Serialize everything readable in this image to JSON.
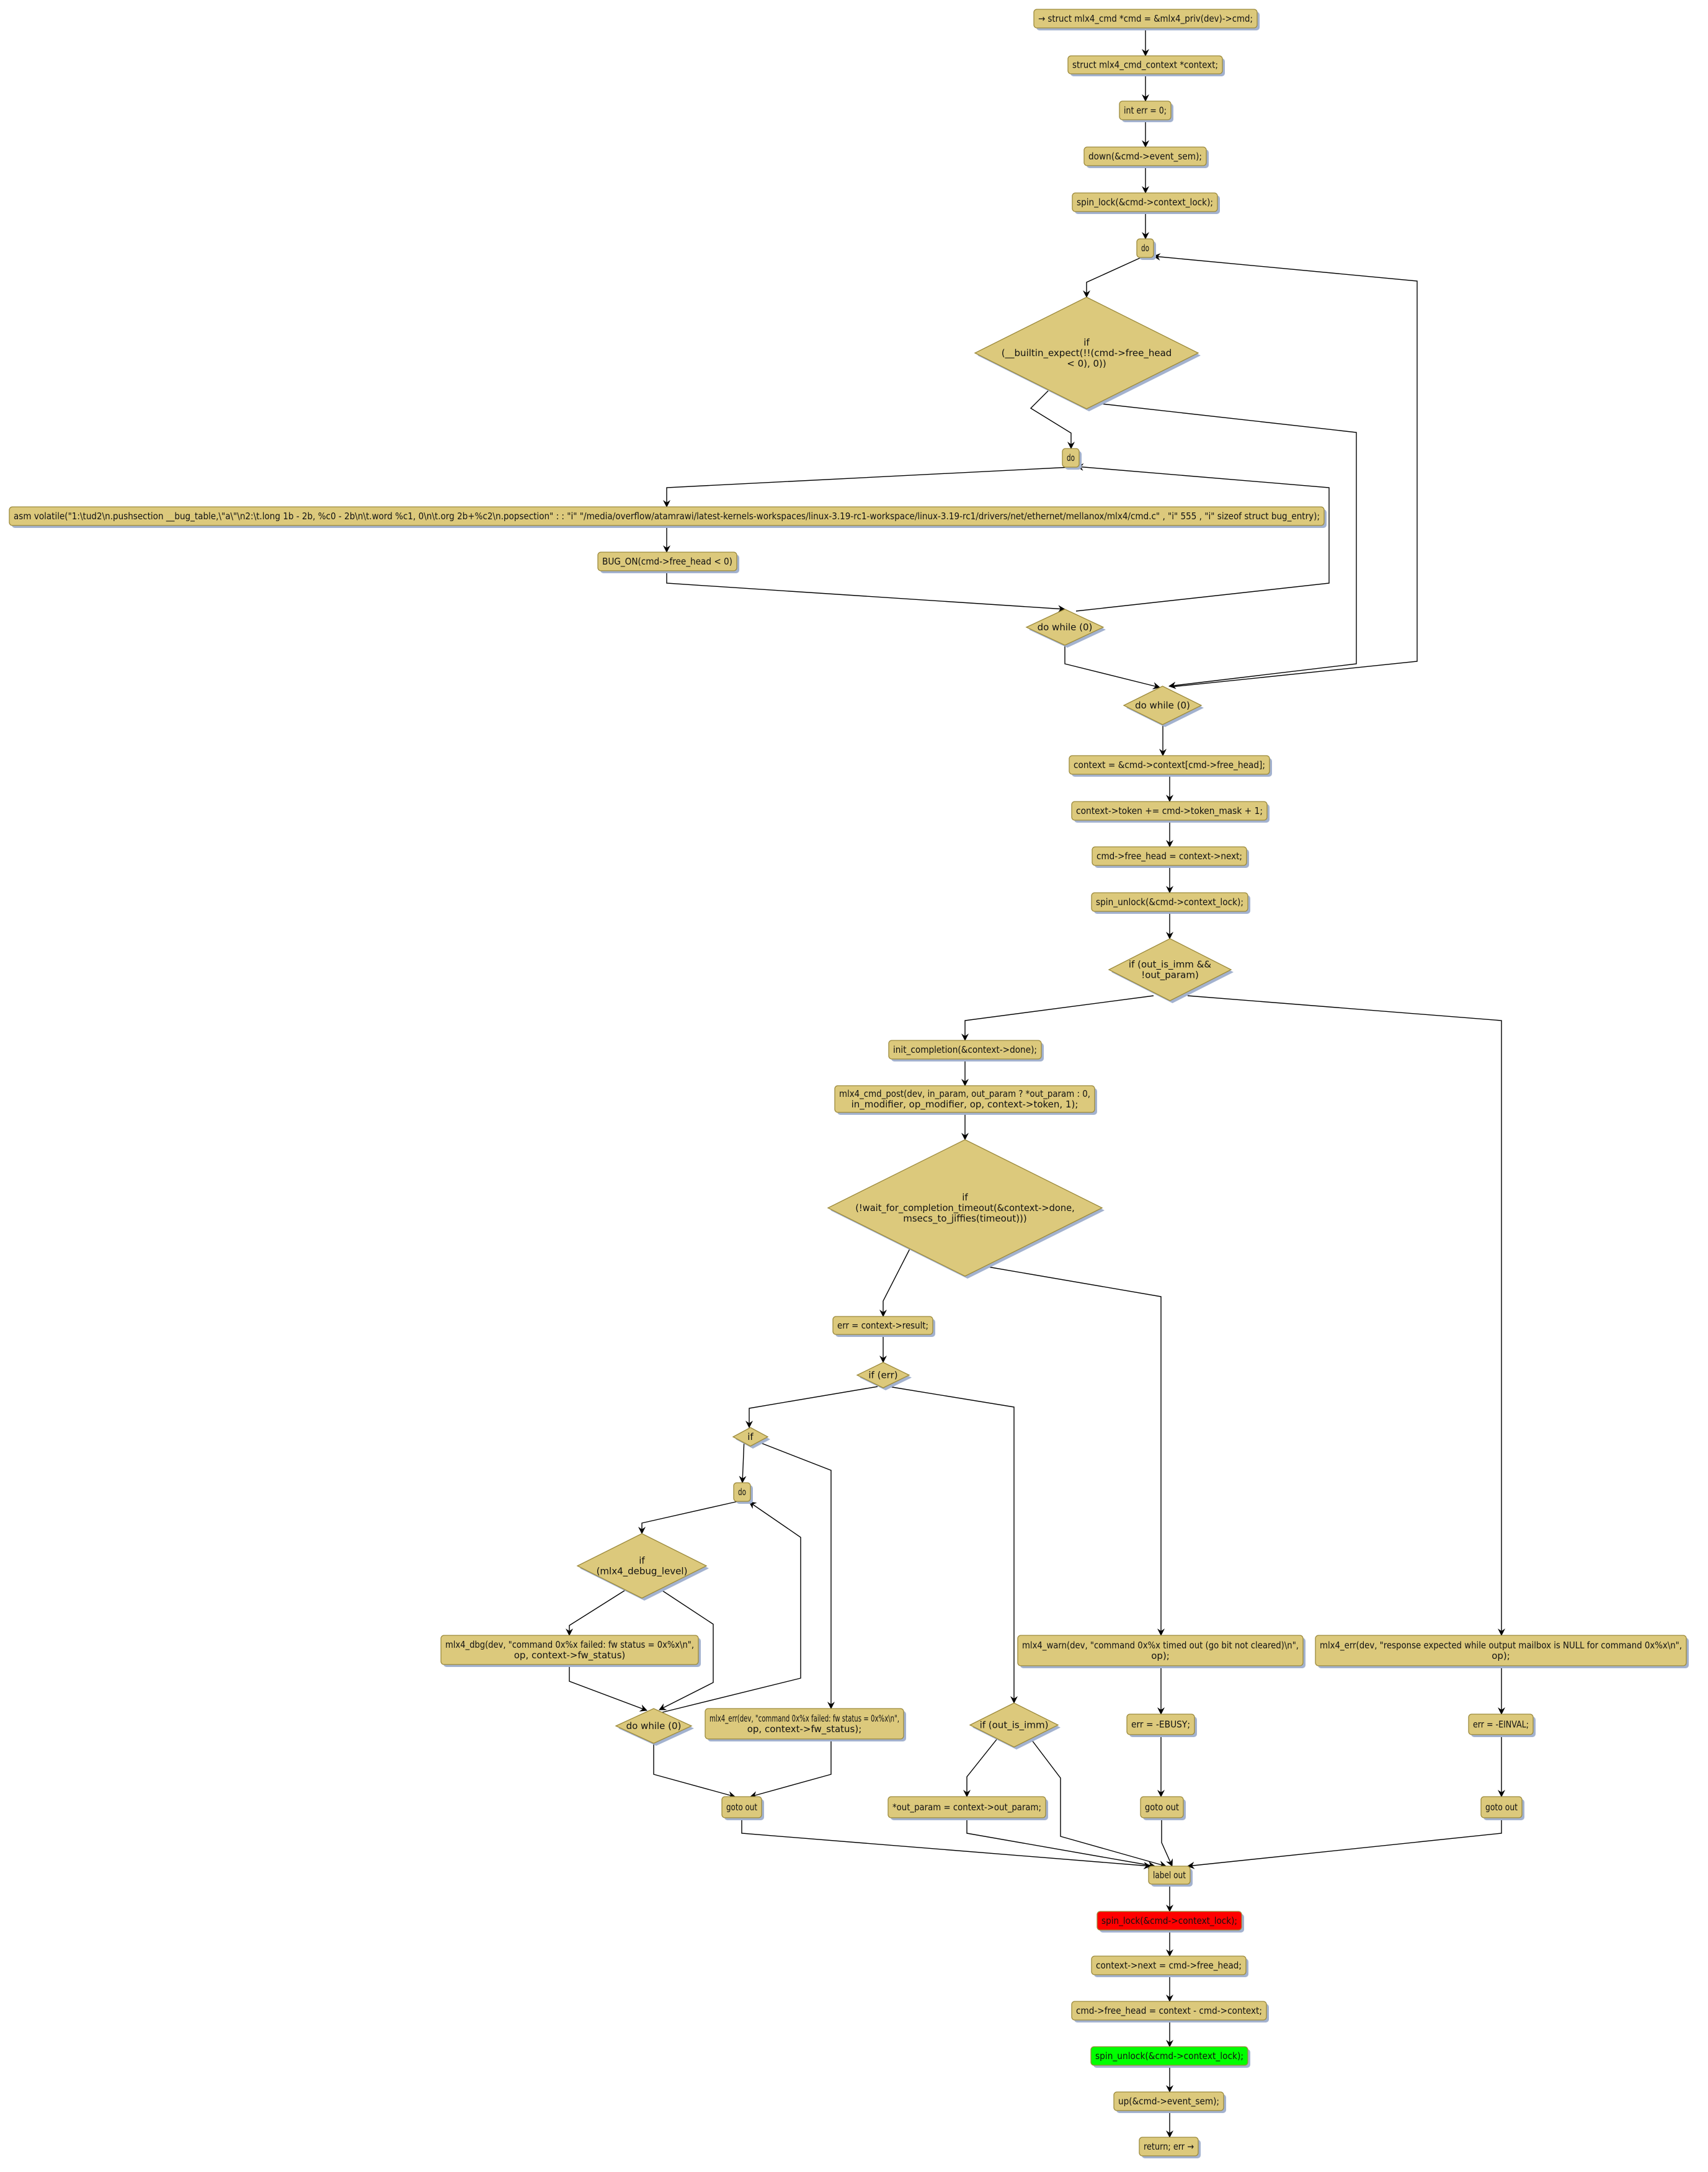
{
  "colors": {
    "node_fill": "#dcc97c",
    "node_border": "#9c8a3c",
    "shadow": "#a3b2cf",
    "lock_highlight": "#ff0000",
    "unlock_highlight": "#00ff00"
  },
  "nodes": [
    {
      "lines": [
        "→ struct mlx4_cmd *cmd = &mlx4_priv(dev)->cmd;"
      ]
    },
    {
      "lines": [
        "struct mlx4_cmd_context *context;"
      ]
    },
    {
      "lines": [
        "int err = 0;"
      ]
    },
    {
      "lines": [
        "down(&cmd->event_sem);"
      ]
    },
    {
      "lines": [
        "spin_lock(&cmd->context_lock);"
      ]
    },
    {
      "lines": [
        "do"
      ]
    },
    {
      "lines": [
        "if",
        "(__builtin_expect(!!(cmd->free_head",
        "< 0), 0))"
      ]
    },
    {
      "lines": [
        "do"
      ]
    },
    {
      "lines": [
        "asm volatile(\"1:\\tud2\\n.pushsection __bug_table,\\\"a\\\"\\n2:\\t.long 1b - 2b, %c0 - 2b\\n\\t.word %c1, 0\\n\\t.org 2b+%c2\\n.popsection\" : : \"i\" \"/media/overflow/atamrawi/latest-kernels-workspaces/linux-3.19-rc1-workspace/linux-3.19-rc1/drivers/net/ethernet/mellanox/mlx4/cmd.c\" , \"i\" 555 , \"i\" sizeof struct bug_entry);"
      ]
    },
    {
      "lines": [
        "BUG_ON(cmd->free_head < 0)"
      ]
    },
    {
      "lines": [
        "do while (0)"
      ]
    },
    {
      "lines": [
        "do while (0)"
      ]
    },
    {
      "lines": [
        "context = &cmd->context[cmd->free_head];"
      ]
    },
    {
      "lines": [
        "context->token += cmd->token_mask + 1;"
      ]
    },
    {
      "lines": [
        "cmd->free_head = context->next;"
      ]
    },
    {
      "lines": [
        "spin_unlock(&cmd->context_lock);"
      ]
    },
    {
      "lines": [
        "if (out_is_imm &&",
        "!out_param)"
      ]
    },
    {
      "lines": [
        "init_completion(&context->done);"
      ]
    },
    {
      "lines": [
        "mlx4_cmd_post(dev, in_param, out_param ? *out_param : 0,",
        "in_modifier, op_modifier, op, context->token, 1);"
      ]
    },
    {
      "lines": [
        "if",
        "(!wait_for_completion_timeout(&context->done,",
        "msecs_to_jiffies(timeout)))"
      ]
    },
    {
      "lines": [
        "err = context->result;"
      ]
    },
    {
      "lines": [
        "if (err)"
      ]
    },
    {
      "lines": [
        "if"
      ]
    },
    {
      "lines": [
        "do"
      ]
    },
    {
      "lines": [
        "if",
        "(mlx4_debug_level)"
      ]
    },
    {
      "lines": [
        "mlx4_dbg(dev, \"command 0x%x failed: fw status = 0x%x\\n\",",
        "op, context->fw_status)"
      ]
    },
    {
      "lines": [
        "do while (0)"
      ]
    },
    {
      "lines": [
        "mlx4_err(dev, \"command 0x%x failed: fw status = 0x%x\\n\",",
        "op, context->fw_status);"
      ]
    },
    {
      "lines": [
        "goto out"
      ]
    },
    {
      "lines": [
        "if (out_is_imm)"
      ]
    },
    {
      "lines": [
        "*out_param = context->out_param;"
      ]
    },
    {
      "lines": [
        "mlx4_warn(dev, \"command 0x%x timed out (go bit not cleared)\\n\",",
        "op);"
      ]
    },
    {
      "lines": [
        "err = -EBUSY;"
      ]
    },
    {
      "lines": [
        "goto out"
      ]
    },
    {
      "lines": [
        "mlx4_err(dev, \"response expected while output mailbox is NULL for command 0x%x\\n\",",
        "op);"
      ]
    },
    {
      "lines": [
        "err = -EINVAL;"
      ]
    },
    {
      "lines": [
        "goto out"
      ]
    },
    {
      "lines": [
        "label out"
      ]
    },
    {
      "lines": [
        "spin_lock(&cmd->context_lock);"
      ]
    },
    {
      "lines": [
        "context->next = cmd->free_head;"
      ]
    },
    {
      "lines": [
        "cmd->free_head = context - cmd->context;"
      ]
    },
    {
      "lines": [
        "spin_unlock(&cmd->context_lock);"
      ]
    },
    {
      "lines": [
        "up(&cmd->event_sem);"
      ]
    },
    {
      "lines": [
        "return; err →"
      ]
    }
  ]
}
